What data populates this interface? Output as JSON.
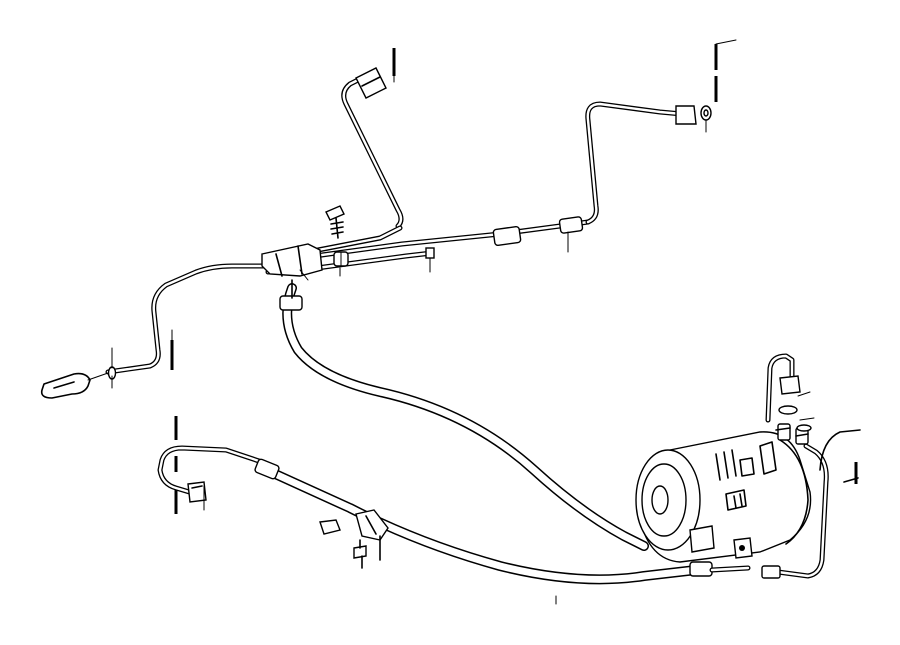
{
  "diagram": {
    "subject": "air-conditioning-refrigerant-lines",
    "colors": {
      "line": "#000000",
      "background": "#ffffff"
    },
    "parts": [
      "upper-pipe-assembly",
      "suction-hose",
      "pressure-hose",
      "ac-compressor",
      "pipe-clamp",
      "mounting-bolt",
      "o-ring",
      "hose-connector-nut"
    ]
  }
}
